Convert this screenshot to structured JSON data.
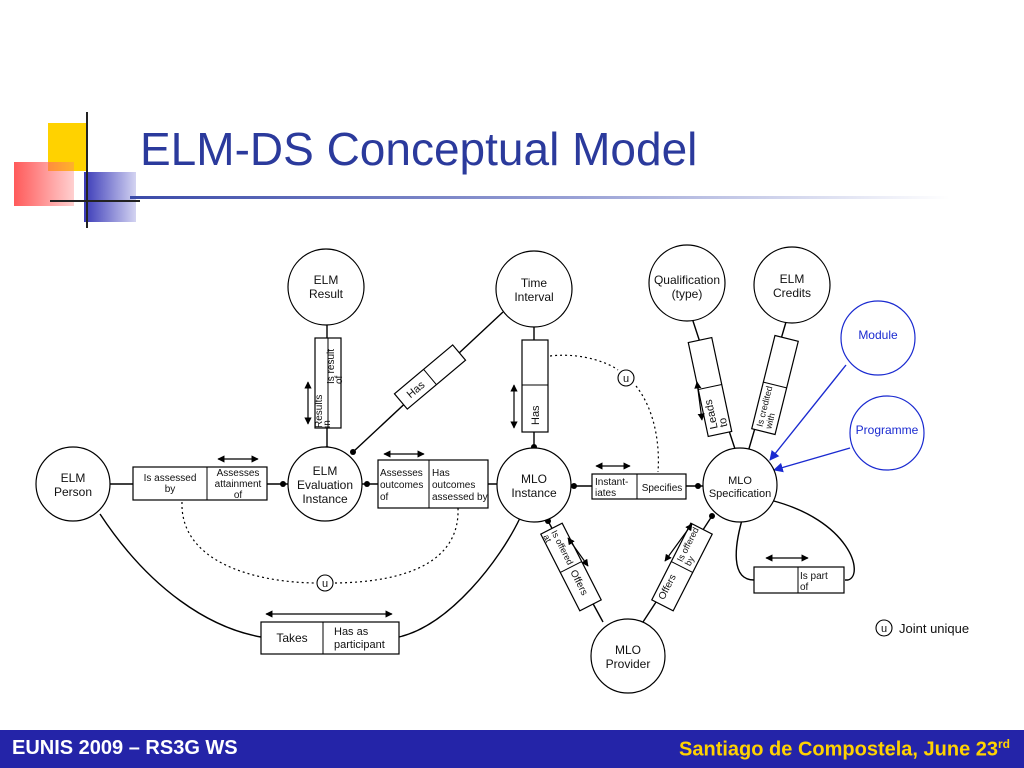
{
  "slide": {
    "title": "ELM-DS Conceptual Model",
    "footer_left": "EUNIS 2009 – RS3G WS",
    "footer_right_main": "Santiago de Compostela, June 23",
    "footer_right_sup": "rd"
  },
  "diagram": {
    "entities": {
      "elm_result": [
        "ELM",
        "Result"
      ],
      "time_interval": [
        "Time",
        "Interval"
      ],
      "qualification": [
        "Qualification",
        "(type)"
      ],
      "elm_credits": [
        "ELM",
        "Credits"
      ],
      "module": "Module",
      "programme": "Programme",
      "elm_person": [
        "ELM",
        "Person"
      ],
      "elm_eval_instance": [
        "ELM",
        "Evaluation",
        "Instance"
      ],
      "mlo_instance": [
        "MLO",
        "Instance"
      ],
      "mlo_specification": [
        "MLO",
        "Specification"
      ],
      "mlo_provider": [
        "MLO",
        "Provider"
      ]
    },
    "relationships": {
      "results_in": [
        "Results",
        "in"
      ],
      "is_result_of": [
        "Is result",
        "of"
      ],
      "has_time": "Has",
      "has_mlo_time": "Has",
      "leads_to": [
        "Leads",
        "to"
      ],
      "is_credited_with": [
        "Is credited",
        "with"
      ],
      "is_assessed_by": [
        "Is assessed",
        "by"
      ],
      "assesses_attainment": [
        "Assesses",
        "attainment",
        "of"
      ],
      "assesses_outcomes": [
        "Assesses",
        "outcomes",
        "of"
      ],
      "has_outcomes_assessed": [
        "Has",
        "outcomes",
        "assessed by"
      ],
      "instantiates": [
        "Instant-",
        "iates"
      ],
      "specifies": "Specifies",
      "is_offered_at": [
        "Is offered",
        "at"
      ],
      "offers_left": "Offers",
      "offers_right": "Offers",
      "is_offered_by": [
        "Is offered",
        "by"
      ],
      "is_part_of": [
        "Is part",
        "of"
      ],
      "takes": "Takes",
      "has_as_participant": [
        "Has as",
        "participant"
      ]
    },
    "union_marker": "u",
    "legend": {
      "symbol": "u",
      "label": "Joint unique"
    }
  }
}
